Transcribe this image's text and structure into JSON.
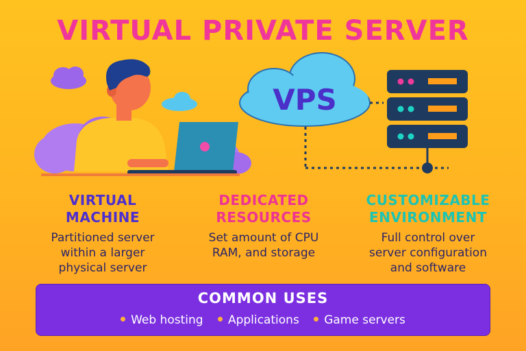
{
  "title": "VIRTUAL PRIVATE SERVER",
  "cloud_label": "VPS",
  "features": [
    {
      "heading_line1": "VIRTUAL",
      "heading_line2": "MACHINE",
      "desc_line1": "Partitioned server",
      "desc_line2": "within a larger",
      "desc_line3": "physical server"
    },
    {
      "heading_line1": "DEDICATED",
      "heading_line2": "RESOURCES",
      "desc_line1": "Set amount of CPU",
      "desc_line2": "RAM, and storage",
      "desc_line3": ""
    },
    {
      "heading_line1": "CUSTOMIZABLE",
      "heading_line2": "ENVIRONMENT",
      "desc_line1": "Full control over",
      "desc_line2": "server configuration",
      "desc_line3": "and software"
    }
  ],
  "uses": {
    "title": "COMMON USES",
    "items": [
      "Web hosting",
      "Applications",
      "Game servers"
    ]
  },
  "icons": {
    "person": "person-illustration",
    "laptop": "laptop-icon",
    "cloud": "cloud-icon",
    "server": "server-rack-icon"
  },
  "colors": {
    "background": "#ffb421",
    "title": "#f0369b",
    "purple": "#7b2fe0",
    "teal": "#1dc4b2",
    "navy": "#1f3a5f"
  }
}
